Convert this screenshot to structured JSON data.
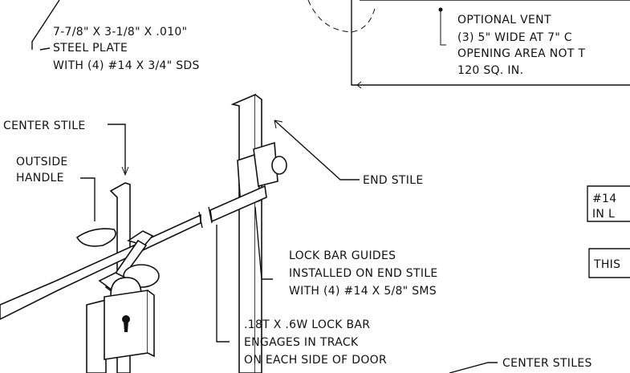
{
  "notes": {
    "plate": {
      "line1": "7-7/8\" X 3-1/8\" X .010\"",
      "line2": "STEEL PLATE",
      "line3": "WITH (4) #14 X 3/4\" SDS"
    },
    "vent": {
      "line1": "OPTIONAL VENT",
      "line2": "(3) 5\" WIDE AT 7\" C",
      "line3": "OPENING AREA NOT T",
      "line4": "120 SQ. IN."
    },
    "center_stile": "CENTER STILE",
    "outside_handle_1": "OUTSIDE",
    "outside_handle_2": "HANDLE",
    "end_stile": "END STILE",
    "lock_bar_guides": {
      "line1": "LOCK BAR GUIDES",
      "line2": "INSTALLED ON END STILE",
      "line3": "WITH (4) #14 X 5/8\" SMS"
    },
    "lock_bar": {
      "line1": ".18T X .6W LOCK BAR",
      "line2": "ENGAGES IN TRACK",
      "line3": "ON EACH SIDE OF DOOR"
    },
    "center_stiles": "CENTER STILES",
    "box1_line1": "#14",
    "box1_line2": "IN L",
    "box2_line1": "THIS"
  }
}
